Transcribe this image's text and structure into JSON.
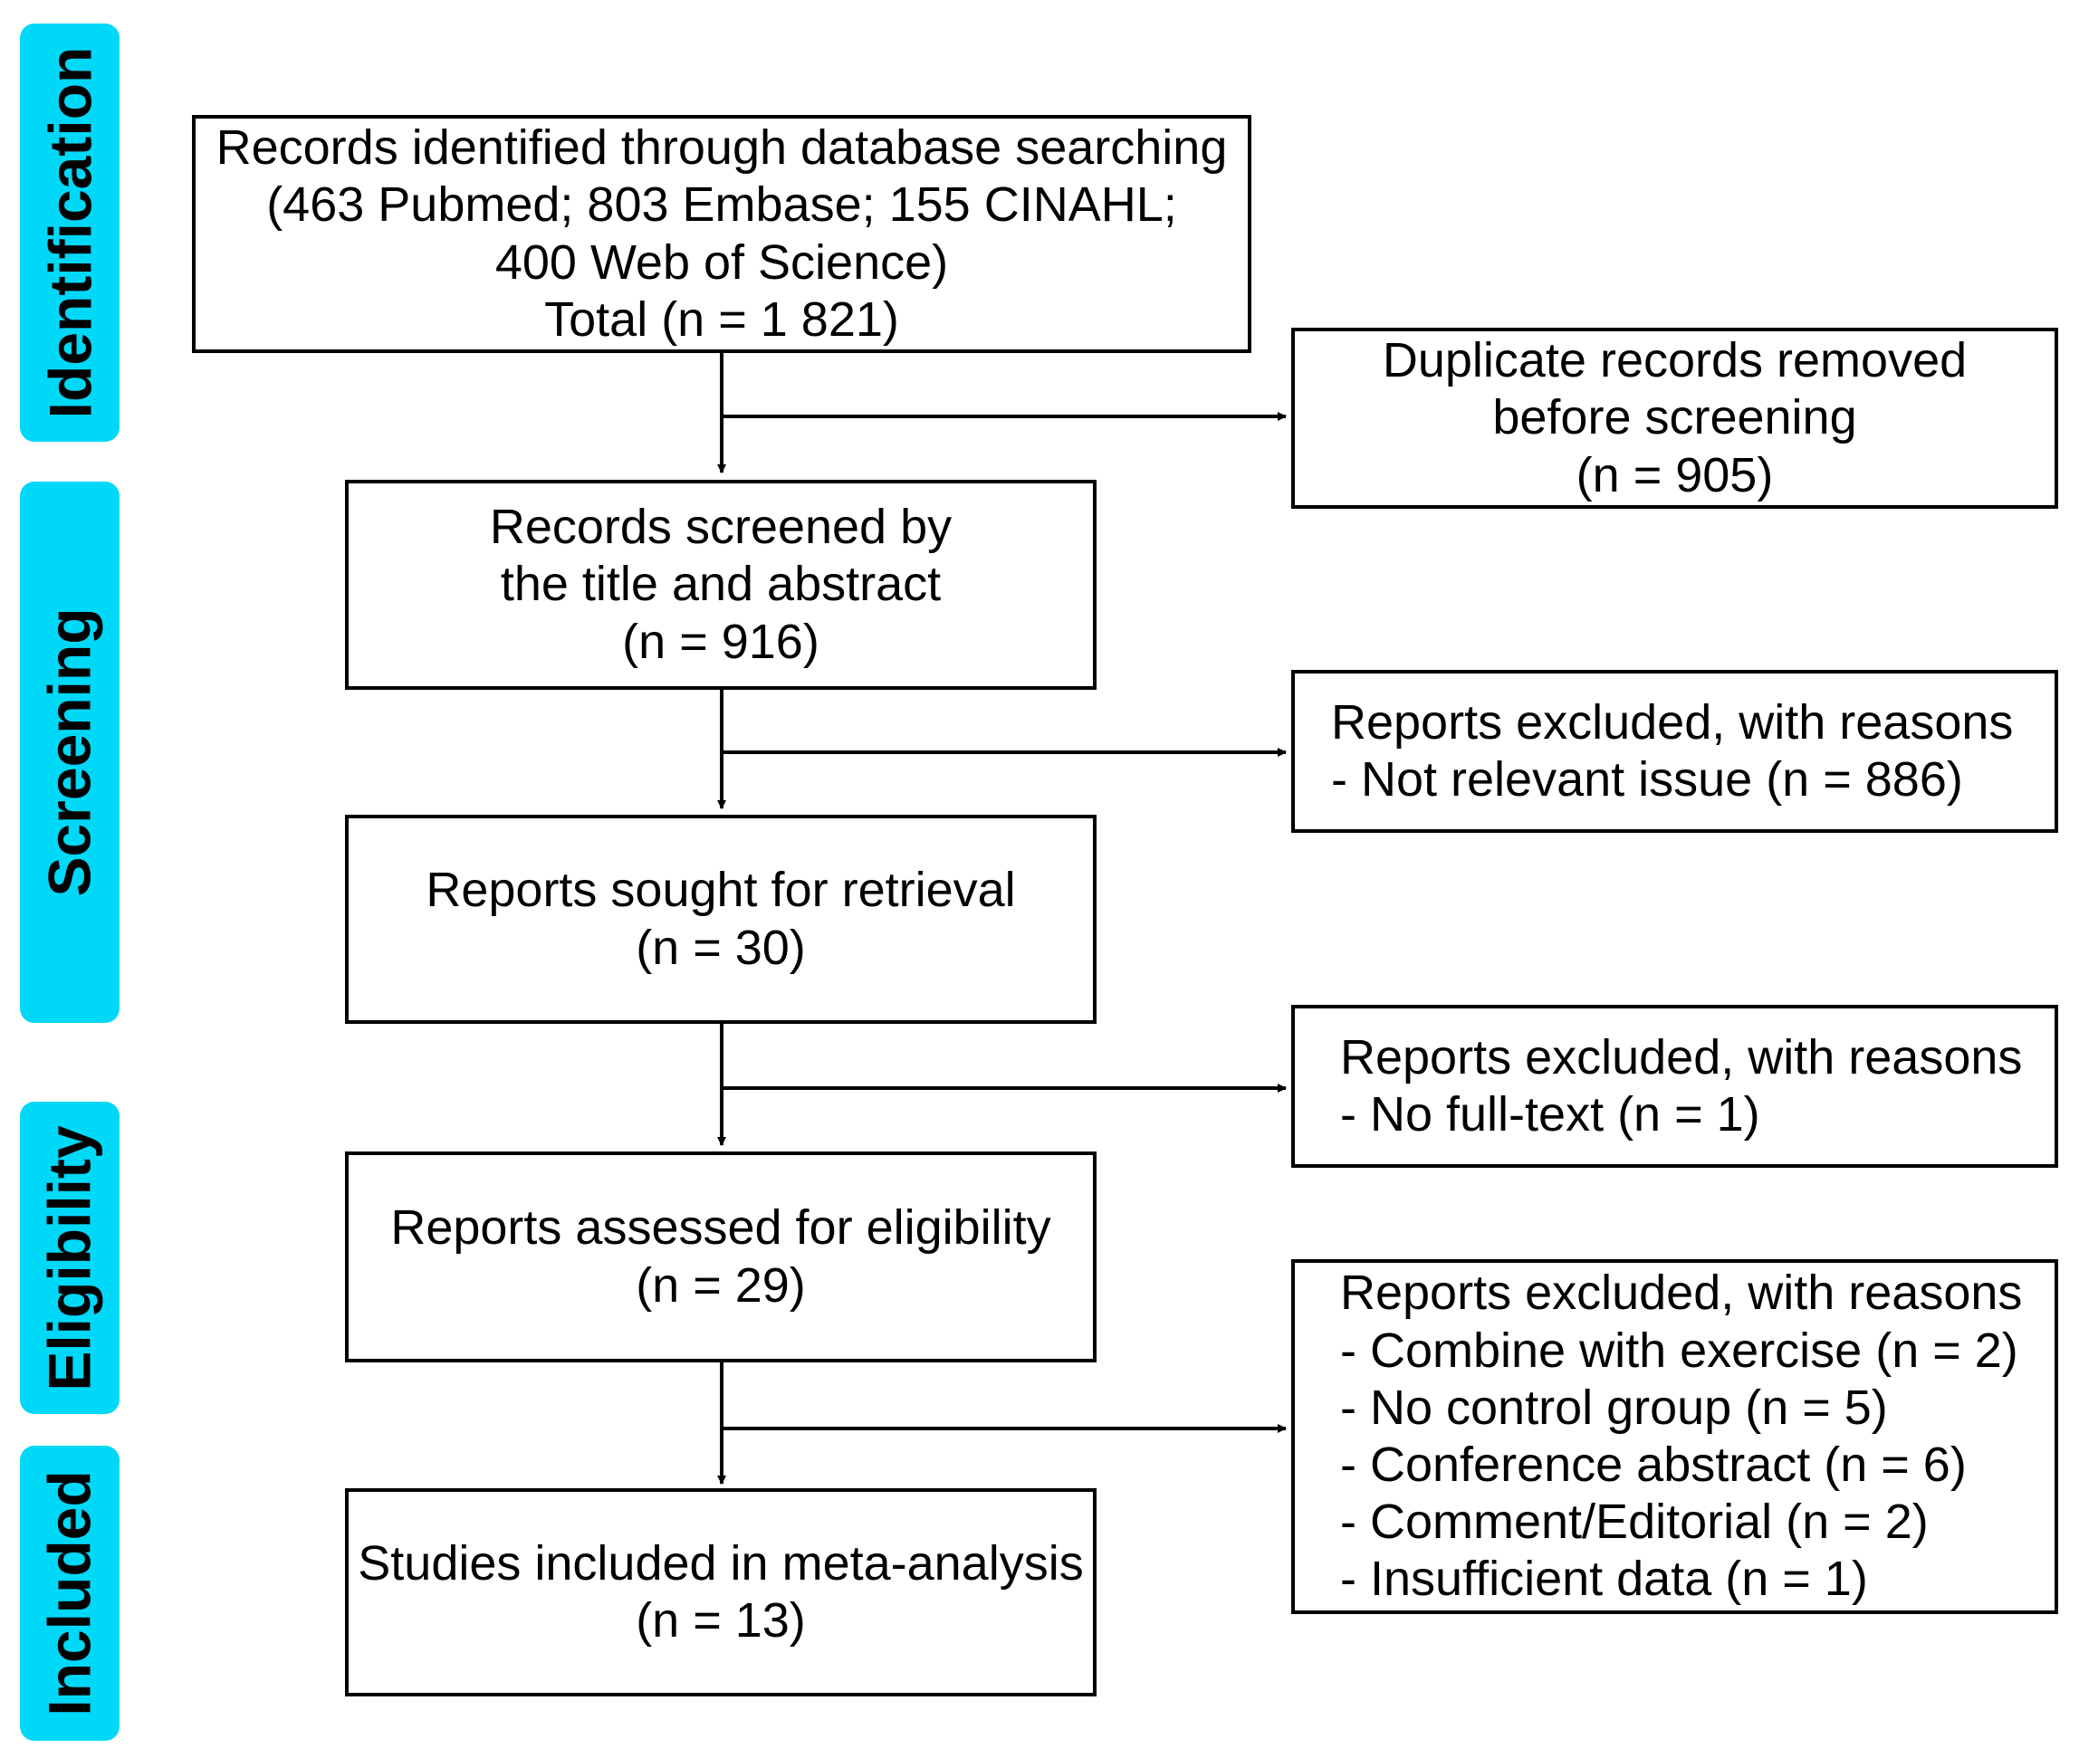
{
  "phases": {
    "identification": "Identification",
    "screening": "Screening",
    "eligibility": "Eligibility",
    "included": "Included"
  },
  "phase_color": "#00d8f8",
  "boxes": {
    "identified": {
      "line1": "Records identified through database searching",
      "line2": "(463 Pubmed; 803 Embase; 155 CINAHL;",
      "line3": "400 Web of Science)",
      "line4": "Total (n = 1 821)"
    },
    "duplicates": {
      "line1": "Duplicate records removed",
      "line2": "before screening",
      "line3": "(n = 905)"
    },
    "screened": {
      "line1": "Records screened by",
      "line2": "the title and abstract",
      "line3": "(n = 916)"
    },
    "excluded_screening": {
      "line1": "Reports excluded, with reasons",
      "line2": "- Not relevant issue (n = 886)"
    },
    "sought": {
      "line1": "Reports sought for retrieval",
      "line2": "(n = 30)"
    },
    "excluded_retrieval": {
      "line1": "Reports excluded, with reasons",
      "line2": "- No full-text (n = 1)"
    },
    "assessed": {
      "line1": "Reports assessed for eligibility",
      "line2": "(n = 29)"
    },
    "excluded_eligibility": {
      "line1": "Reports excluded, with reasons",
      "line2": "- Combine with exercise (n = 2)",
      "line3": "- No control group (n = 5)",
      "line4": "- Conference abstract (n = 6)",
      "line5": "- Comment/Editorial (n = 2)",
      "line6": "- Insufficient data (n = 1)"
    },
    "included": {
      "line1": "Studies included in meta-analysis",
      "line2": "(n = 13)"
    }
  }
}
